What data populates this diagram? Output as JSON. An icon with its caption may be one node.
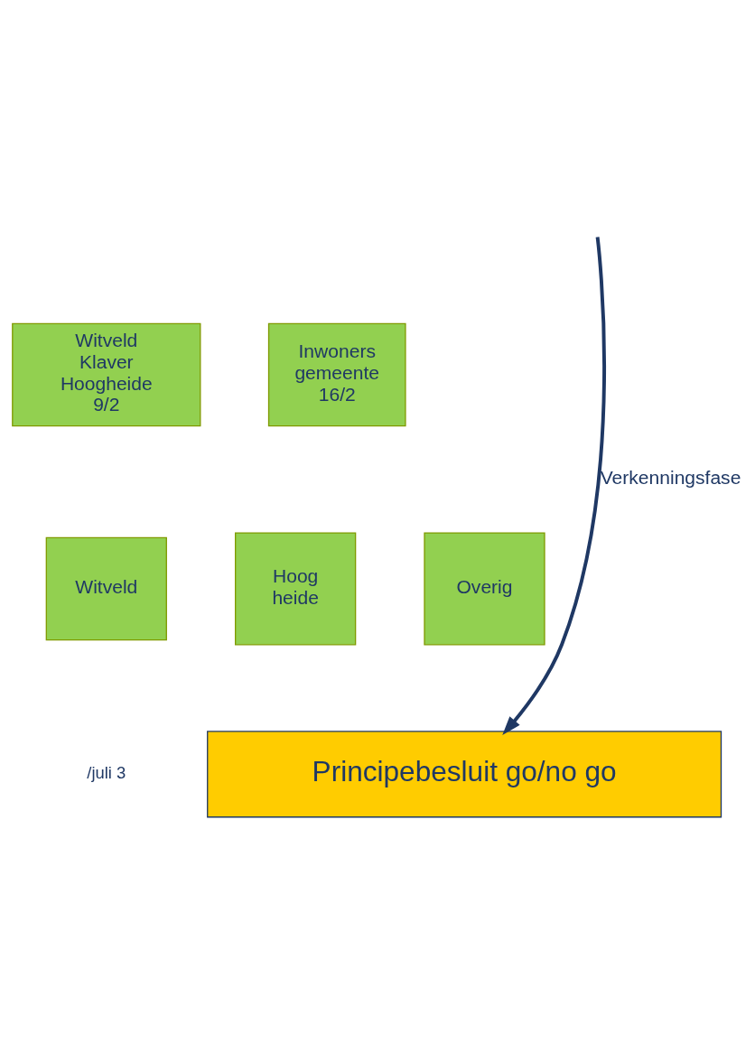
{
  "diagram": {
    "nodes": [
      {
        "text": [
          "Witveld Klaver Hoogheide 9/2"
        ]
      },
      {
        "text": [
          "Inwoners gemeente 16/2"
        ]
      },
      {
        "text": [
          "Witveld"
        ]
      },
      {
        "text": [
          "Hoog heide"
        ]
      },
      {
        "text": [
          "Overig"
        ]
      },
      {
        "text": [
          "Principebesluit go/no go"
        ]
      }
    ],
    "edges": [
      {
        "from": null,
        "to": 5,
        "arrow": "to",
        "label": "Verkenningsfase"
      }
    ],
    "labels": [
      "/juli 3"
    ]
  }
}
